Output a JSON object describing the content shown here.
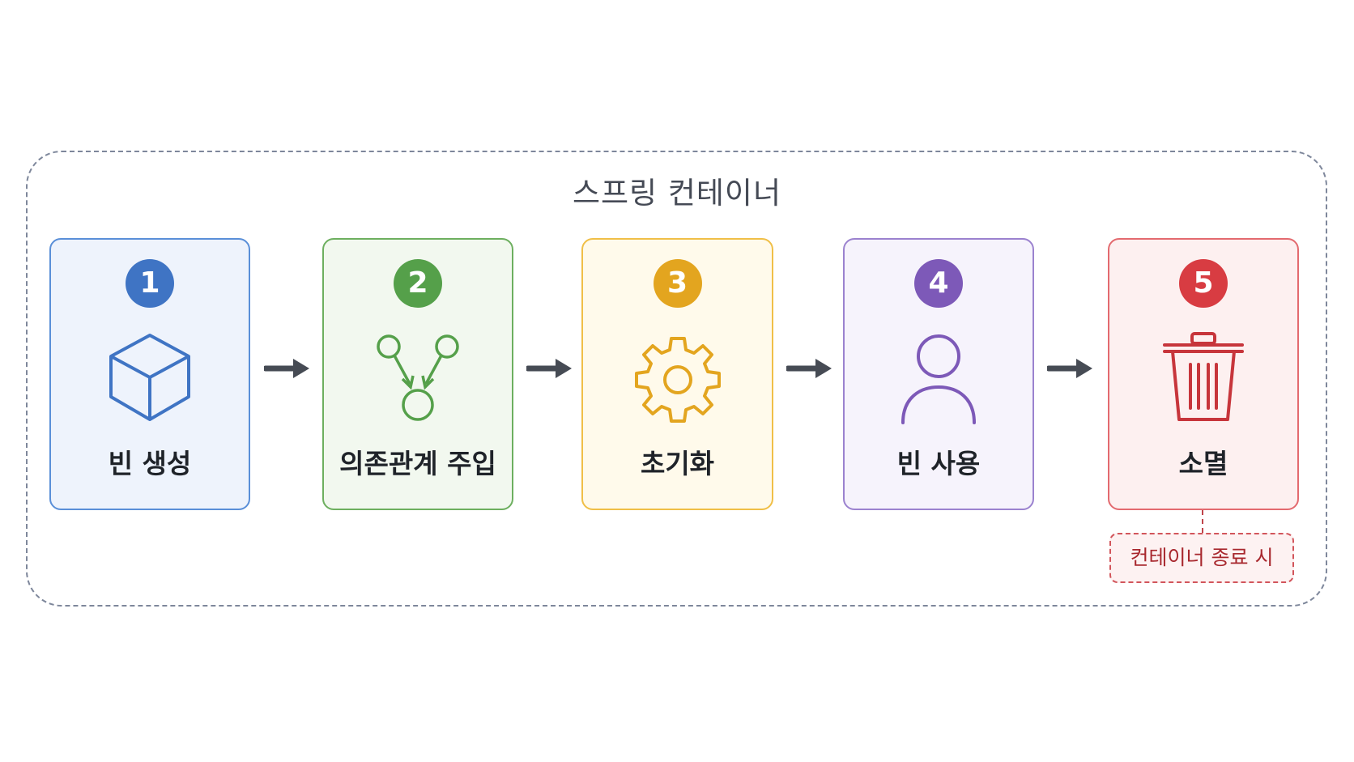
{
  "container": {
    "title": "스프링 컨테이너"
  },
  "steps": [
    {
      "number": "1",
      "label": "빈 생성",
      "icon": "cube-icon",
      "color": "#3f74c4",
      "border": "#5a8fd8",
      "bg": "#eef3fc"
    },
    {
      "number": "2",
      "label": "의존관계 주입",
      "icon": "dependency-injection-icon",
      "color": "#55a04a",
      "border": "#6daf5f",
      "bg": "#f2f8ef"
    },
    {
      "number": "3",
      "label": "초기화",
      "icon": "gear-icon",
      "color": "#e3a51f",
      "border": "#f0bf47",
      "bg": "#fffaeb"
    },
    {
      "number": "4",
      "label": "빈 사용",
      "icon": "user-icon",
      "color": "#7d59b8",
      "border": "#9b82cf",
      "bg": "#f6f3fc"
    },
    {
      "number": "5",
      "label": "소멸",
      "icon": "trash-icon",
      "color": "#d83c42",
      "border": "#e36a6f",
      "bg": "#fdf0f0"
    }
  ],
  "end_note": {
    "label": "컨테이너 종료 시"
  },
  "colors": {
    "arrow": "#464b54",
    "frame": "#7e879b"
  }
}
